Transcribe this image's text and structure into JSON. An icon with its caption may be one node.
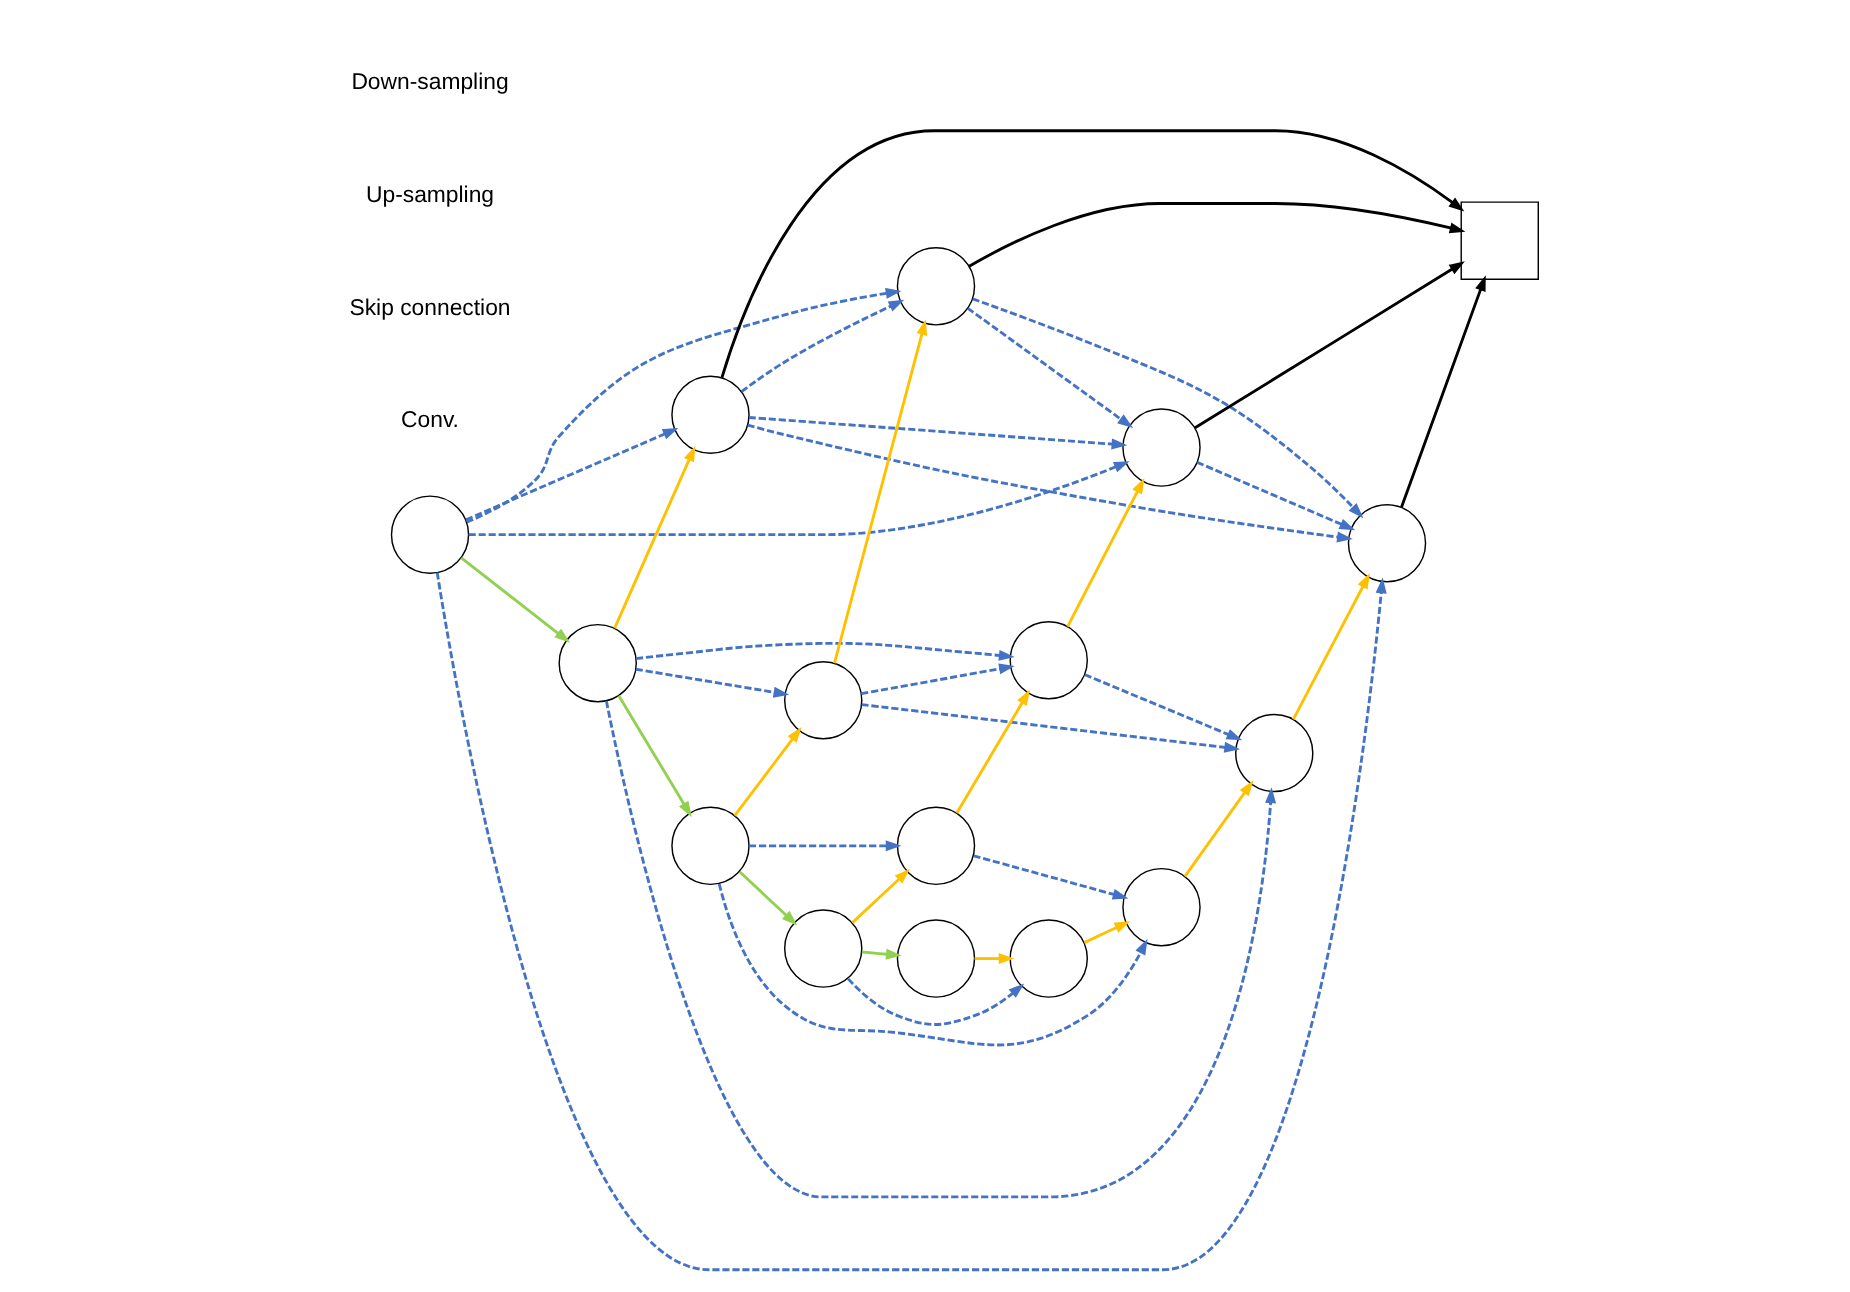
{
  "diagram": {
    "nodes": [
      {
        "text": [],
        "shape": "circle"
      },
      {
        "text": [],
        "shape": "circle"
      },
      {
        "text": [],
        "shape": "circle"
      },
      {
        "text": [],
        "shape": "circle"
      },
      {
        "text": [],
        "shape": "circle"
      },
      {
        "text": [],
        "shape": "box"
      },
      {
        "text": [],
        "shape": "circle"
      },
      {
        "text": [],
        "shape": "circle"
      },
      {
        "text": [],
        "shape": "circle"
      },
      {
        "text": [],
        "shape": "circle"
      },
      {
        "text": [],
        "shape": "circle"
      },
      {
        "text": [],
        "shape": "circle"
      },
      {
        "text": [],
        "shape": "circle"
      },
      {
        "text": [],
        "shape": "circle"
      },
      {
        "text": [],
        "shape": "circle"
      },
      {
        "text": [],
        "shape": "circle"
      }
    ],
    "edges": [
      {
        "from": 0,
        "to": 1,
        "arrow": "to",
        "style": "dashed"
      },
      {
        "from": 1,
        "to": 2,
        "arrow": "to",
        "style": "dashed"
      },
      {
        "from": 2,
        "to": 3,
        "arrow": "to",
        "style": "dashed"
      },
      {
        "from": 3,
        "to": 4,
        "arrow": "to",
        "style": "dashed"
      },
      {
        "from": 0,
        "to": 2,
        "arrow": "to",
        "style": "dashed"
      },
      {
        "from": 0,
        "to": 3,
        "arrow": "to",
        "style": "dashed"
      },
      {
        "from": 1,
        "to": 3,
        "arrow": "to",
        "style": "dashed"
      },
      {
        "from": 0,
        "to": 4,
        "arrow": "to",
        "style": "dashed"
      },
      {
        "from": 1,
        "to": 4,
        "arrow": "to",
        "style": "dashed"
      },
      {
        "from": 2,
        "to": 4,
        "arrow": "to",
        "style": "dashed"
      },
      {
        "from": 1,
        "to": 5,
        "arrow": "to",
        "color": "#000000"
      },
      {
        "from": 2,
        "to": 5,
        "arrow": "to",
        "color": "#000000"
      },
      {
        "from": 3,
        "to": 5,
        "arrow": "to",
        "color": "#000000"
      },
      {
        "from": 4,
        "to": 5,
        "arrow": "to",
        "color": "#000000"
      },
      {
        "from": 0,
        "to": 6,
        "arrow": "to",
        "color": "#92d050"
      },
      {
        "from": 6,
        "to": 1,
        "arrow": "to",
        "color": "#ffc000"
      },
      {
        "from": 6,
        "to": 7,
        "arrow": "to",
        "style": "dashed"
      },
      {
        "from": 7,
        "to": 8,
        "arrow": "to",
        "style": "dashed"
      },
      {
        "from": 8,
        "to": 9,
        "arrow": "to",
        "style": "dashed"
      },
      {
        "from": 6,
        "to": 8,
        "arrow": "to",
        "style": "dashed"
      },
      {
        "from": 6,
        "to": 9,
        "arrow": "to",
        "style": "dashed"
      },
      {
        "from": 7,
        "to": 9,
        "arrow": "to",
        "style": "dashed"
      },
      {
        "from": 7,
        "to": 2,
        "arrow": "to",
        "color": "#ffc000"
      },
      {
        "from": 8,
        "to": 3,
        "arrow": "to",
        "color": "#ffc000"
      },
      {
        "from": 9,
        "to": 4,
        "arrow": "to",
        "color": "#ffc000"
      },
      {
        "from": 6,
        "to": 10,
        "arrow": "to",
        "color": "#92d050"
      },
      {
        "from": 10,
        "to": 7,
        "arrow": "to",
        "color": "#ffc000"
      },
      {
        "from": 10,
        "to": 11,
        "arrow": "to",
        "style": "dashed"
      },
      {
        "from": 11,
        "to": 12,
        "arrow": "to",
        "style": "dashed"
      },
      {
        "from": 10,
        "to": 12,
        "arrow": "to",
        "style": "dashed"
      },
      {
        "from": 11,
        "to": 8,
        "arrow": "to",
        "color": "#ffc000"
      },
      {
        "from": 12,
        "to": 9,
        "arrow": "to",
        "color": "#ffc000"
      },
      {
        "from": 10,
        "to": 13,
        "arrow": "to",
        "color": "#92d050"
      },
      {
        "from": 13,
        "to": 11,
        "arrow": "to",
        "color": "#ffc000"
      },
      {
        "from": 13,
        "to": 14,
        "arrow": "to",
        "style": "dashed"
      },
      {
        "from": 14,
        "to": 12,
        "arrow": "to",
        "color": "#ffc000"
      },
      {
        "from": 13,
        "to": 15,
        "arrow": "to",
        "color": "#92d050"
      },
      {
        "from": 15,
        "to": 14,
        "arrow": "to",
        "color": "#ffc000"
      }
    ],
    "legend": [
      {
        "text": "Down-sampling"
      },
      {
        "text": "Up-sampling"
      },
      {
        "text": "Skip connection"
      },
      {
        "text": "Conv."
      }
    ]
  }
}
